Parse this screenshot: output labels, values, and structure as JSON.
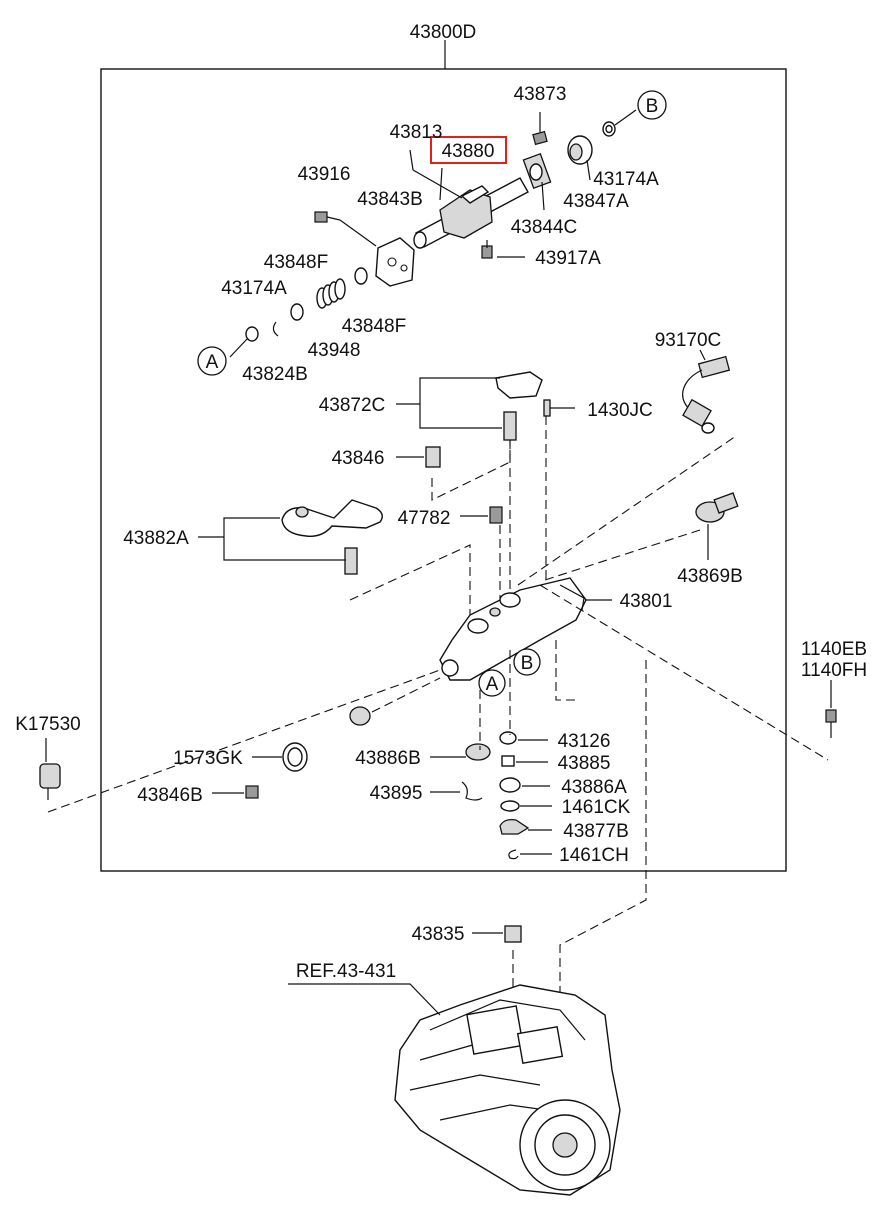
{
  "diagram": {
    "title_part": "43800D",
    "highlight_color": "#e0201b",
    "highlighted_part": "43880",
    "callouts": {
      "c43873": "43873",
      "c43813": "43813",
      "c43880": "43880",
      "cB_top": "B",
      "c43174A_top": "43174A",
      "c43916": "43916",
      "c43843B": "43843B",
      "c43847A": "43847A",
      "c43844C": "43844C",
      "c43917A": "43917A",
      "c43848F_a": "43848F",
      "c43174A": "43174A",
      "c43848F_b": "43848F",
      "c43948": "43948",
      "cA_left": "A",
      "c43824B": "43824B",
      "c93170C": "93170C",
      "c43872C": "43872C",
      "c1430JC": "1430JC",
      "c43846": "43846",
      "c47782": "47782",
      "c43882A": "43882A",
      "c43869B": "43869B",
      "c43801": "43801",
      "cB_mid": "B",
      "cA_mid": "A",
      "c1140EB": "1140EB",
      "c1140FH": "1140FH",
      "cK17530": "K17530",
      "c1573GK": "1573GK",
      "c43886B": "43886B",
      "c43126": "43126",
      "c43885": "43885",
      "c43846B": "43846B",
      "c43895": "43895",
      "c43886A": "43886A",
      "c1461CK": "1461CK",
      "c43877B": "43877B",
      "c1461CH": "1461CH",
      "c43835": "43835",
      "cREF": "REF.43-431"
    }
  }
}
